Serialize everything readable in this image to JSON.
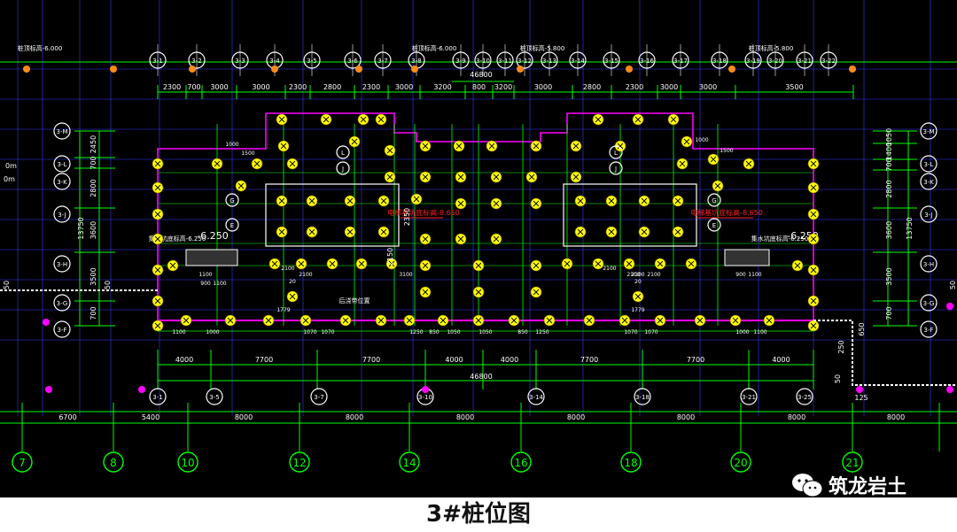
{
  "caption": "3#桩位图",
  "watermark": {
    "brand": "筑龙岩土",
    "icon": "wechat-icon"
  },
  "colors": {
    "background": "#000000",
    "dim_line": "#00ff00",
    "grid_line": "#3a3aff",
    "outline": "#ff00ff",
    "pile_fill": "#ffff00",
    "axis_bubble": "#ffffff",
    "red_text": "#ff2020",
    "cyan_text": "#00ffff"
  },
  "top_dims": [
    "2300",
    "700",
    "3000",
    "3000",
    "2300",
    "2800",
    "2300",
    "3000",
    "3200",
    "800",
    "3200",
    "3000",
    "2800",
    "2300",
    "3000",
    "3000",
    "3500"
  ],
  "top_total": "46800",
  "top_marks": [
    "桩顶标高-6.000",
    "桩顶标高-6.000",
    "桩顶标高-5.800",
    "桩顶标高-5.800"
  ],
  "bottom_dims": [
    "4000",
    "7700",
    "7700",
    "4000",
    "4000",
    "7700",
    "7700",
    "4000"
  ],
  "bottom_total": "46800",
  "axis_dims": [
    "6700",
    "5400",
    "8000",
    "8000",
    "8000",
    "8000",
    "8000",
    "8000",
    "8000"
  ],
  "axis_labels": [
    "7",
    "8",
    "10",
    "12",
    "14",
    "16",
    "18",
    "20",
    "21"
  ],
  "left_dims": [
    "2450",
    "700",
    "2800",
    "3600",
    "3500",
    "700"
  ],
  "left_total": "13750",
  "right_dims": [
    "1050",
    "1400",
    "700",
    "2800",
    "3600",
    "3500",
    "700"
  ],
  "right_total": "13750",
  "left_elev": "-6.250",
  "right_elev": "-6.250",
  "pit_label_left": "电梯基坑底标高-8.650",
  "pit_label_right": "电梯基坑底标高-8.650",
  "left_sump": "集水坑底标高-6.250",
  "right_sump": "集水坑底标高-6.250",
  "left_offsets": [
    "50",
    "150",
    "50"
  ],
  "right_offsets": [
    "50",
    "250",
    "650",
    "125",
    "50"
  ],
  "bottom_small": [
    "1100",
    "1000",
    "1070",
    "1070",
    "1250",
    "850",
    "1050",
    "1050",
    "850",
    "1250",
    "1070",
    "1070",
    "1000",
    "1100"
  ],
  "bubble_top": [
    "3-1",
    "3-2",
    "3-3",
    "3-4",
    "3-5",
    "3-6",
    "3-7",
    "3-8",
    "3-9",
    "3-10",
    "3-11",
    "3-12",
    "3-13",
    "3-14",
    "3-15",
    "3-16",
    "3-17",
    "3-18",
    "3-19",
    "3-20",
    "3-21",
    "3-22"
  ],
  "bubble_bottom": [
    "3-1",
    "3-5",
    "3-7",
    "3-10",
    "3-14",
    "3-18",
    "3-21",
    "3-25"
  ],
  "bubble_left": [
    "3-M",
    "3-L",
    "3-K",
    "3-J",
    "3-H",
    "3-G",
    "3-F"
  ],
  "bubble_right": [
    "3-M",
    "3-L",
    "3-K",
    "3-J",
    "3-H",
    "3-G",
    "3-F"
  ],
  "grid_letters_left": [
    "L",
    "J",
    "G",
    "E"
  ],
  "grid_letters_right": [
    "L",
    "J",
    "G",
    "E"
  ],
  "small_note": "后浇带位置",
  "stair_labels": [
    "2350",
    "2150"
  ],
  "left_edge_labels": [
    "0m",
    "0m",
    "50"
  ],
  "right_edge_labels": [
    "50",
    "50"
  ],
  "misc_dims": [
    "1000",
    "1500",
    "1000",
    "1500",
    "2100",
    "2100",
    "2100",
    "2100",
    "3100",
    "1100",
    "2100",
    "2100",
    "900",
    "1100",
    "900",
    "1100",
    "20",
    "20",
    "1779",
    "1779"
  ]
}
